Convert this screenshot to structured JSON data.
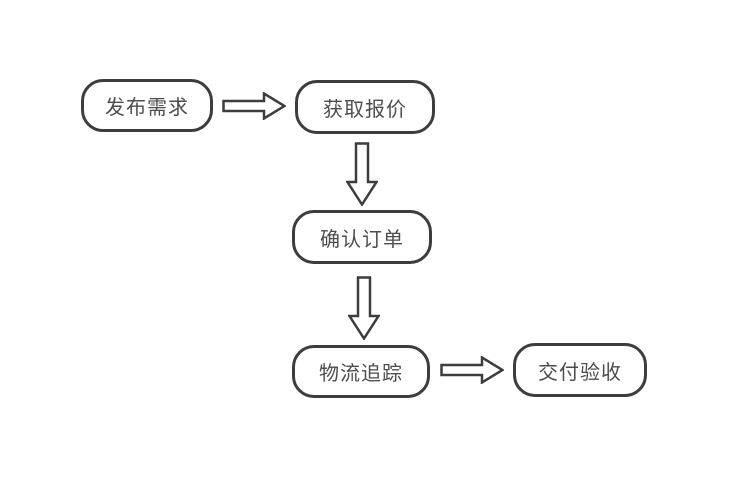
{
  "page": {
    "background_color": "#ffffff"
  },
  "diagram": {
    "type": "flowchart",
    "stroke_color": "#3d3d3d",
    "text_color": "#4d4d4d",
    "node_fill_color": "#ffffff",
    "nodes": [
      {
        "id": "publish-demand",
        "label": "发布需求"
      },
      {
        "id": "get-quote",
        "label": "获取报价"
      },
      {
        "id": "confirm-order",
        "label": "确认订单"
      },
      {
        "id": "logistics-tracking",
        "label": "物流追踪"
      },
      {
        "id": "delivery-acceptance",
        "label": "交付验收"
      }
    ],
    "edges": [
      {
        "from": "publish-demand",
        "to": "get-quote",
        "direction": "right"
      },
      {
        "from": "get-quote",
        "to": "confirm-order",
        "direction": "down"
      },
      {
        "from": "confirm-order",
        "to": "logistics-tracking",
        "direction": "down"
      },
      {
        "from": "logistics-tracking",
        "to": "delivery-acceptance",
        "direction": "right"
      }
    ]
  }
}
